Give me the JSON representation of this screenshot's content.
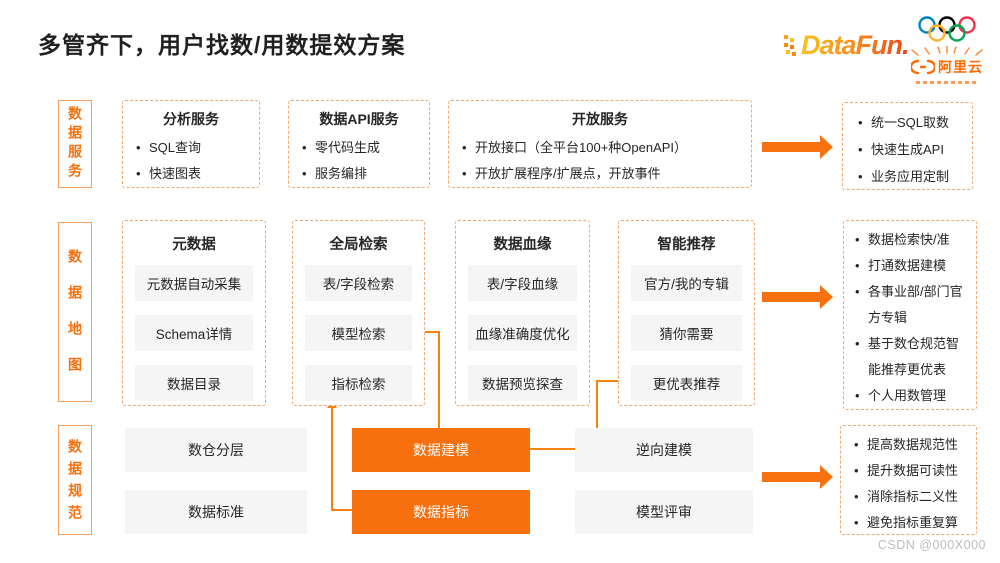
{
  "title": "多管齐下，用户找数/用数提效方案",
  "logos": {
    "datafun": "DataFun.",
    "aliyun_label": "阿里云"
  },
  "colors": {
    "accent_orange": "#F7700D",
    "dashed_border": "#F2A76F",
    "item_gray": "#F5F5F5",
    "aliyun_orange": "#FF6A00"
  },
  "rows": [
    {
      "label": "数据服务",
      "boxes": [
        {
          "title": "分析服务",
          "items": [
            "SQL查询",
            "快速图表"
          ]
        },
        {
          "title": "数据API服务",
          "items": [
            "零代码生成",
            "服务编排"
          ]
        },
        {
          "title": "开放服务",
          "items": [
            "开放接口（全平台100+种OpenAPI）",
            "开放扩展程序/扩展点，开放事件"
          ]
        }
      ],
      "outcomes": [
        "统一SQL取数",
        "快速生成API",
        "业务应用定制"
      ]
    },
    {
      "label": "数据地图",
      "columns": [
        {
          "title": "元数据",
          "items": [
            "元数据自动采集",
            "Schema详情",
            "数据目录"
          ]
        },
        {
          "title": "全局检索",
          "items": [
            "表/字段检索",
            "模型检索",
            "指标检索"
          ]
        },
        {
          "title": "数据血缘",
          "items": [
            "表/字段血缘",
            "血缘准确度优化",
            "数据预览探查"
          ]
        },
        {
          "title": "智能推荐",
          "items": [
            "官方/我的专辑",
            "猜你需要",
            "更优表推荐"
          ]
        }
      ],
      "outcomes": [
        "数据检索快/准",
        "打通数据建模",
        "各事业部/部门官方专辑",
        "基于数仓规范智能推荐更优表",
        "个人用数管理"
      ]
    },
    {
      "label": "数据规范",
      "plain_left": [
        "数仓分层",
        "数据标准"
      ],
      "highlight": [
        "数据建模",
        "数据指标"
      ],
      "plain_right": [
        "逆向建模",
        "模型评审"
      ],
      "outcomes": [
        "提高数据规范性",
        "提升数据可读性",
        "消除指标二义性",
        "避免指标重复算"
      ]
    }
  ],
  "watermark": "CSDN @000X000"
}
